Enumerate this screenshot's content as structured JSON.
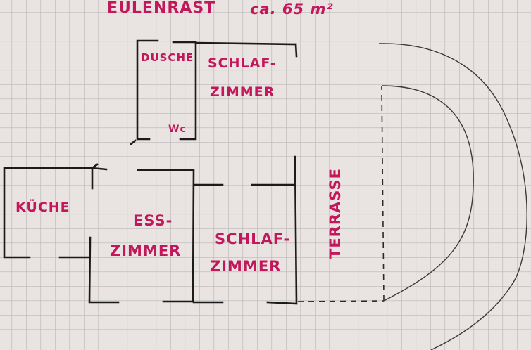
{
  "title": "EULENRAST",
  "area": "ca. 65 m²",
  "colors": {
    "paper": "#e9e3e1",
    "grid": "#b9b6b8",
    "ink_label": "#c2185b",
    "ink_wall": "#1b1b1b"
  },
  "rooms": [
    {
      "id": "dusche",
      "label": "DUSCHE"
    },
    {
      "id": "wc",
      "label": "WC"
    },
    {
      "id": "schlafzimmer-top",
      "line1": "SCHLAF-",
      "line2": "ZIMMER"
    },
    {
      "id": "kueche",
      "label": "KÜCHE"
    },
    {
      "id": "esszimmer",
      "line1": "ESS-",
      "line2": "ZIMMER"
    },
    {
      "id": "schlafzimmer-bottom",
      "line1": "SCHLAF-",
      "line2": "ZIMMER"
    },
    {
      "id": "terrasse",
      "label": "TERRASSE"
    }
  ]
}
